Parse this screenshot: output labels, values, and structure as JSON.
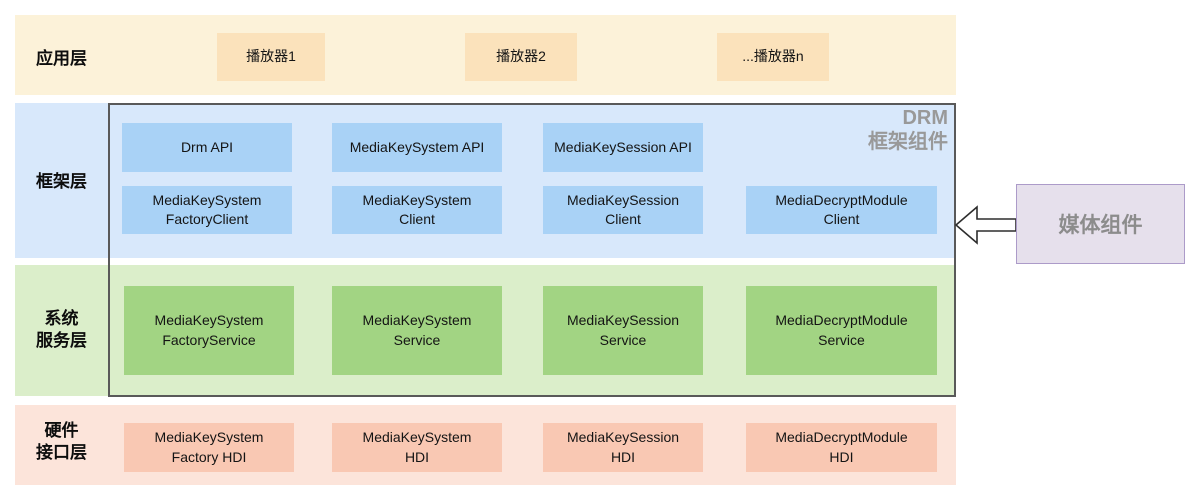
{
  "app_layer": {
    "label": "应用层",
    "players": [
      {
        "label": "播放器1"
      },
      {
        "label": "播放器2"
      },
      {
        "label": "...播放器n"
      }
    ]
  },
  "framework_layer": {
    "label": "框架层",
    "api_row": [
      {
        "label": "Drm API"
      },
      {
        "label": "MediaKeySystem API"
      },
      {
        "label": "MediaKeySession API"
      }
    ],
    "client_row": [
      {
        "label": "MediaKeySystem\nFactoryClient"
      },
      {
        "label": "MediaKeySystem\nClient"
      },
      {
        "label": "MediaKeySession\nClient"
      },
      {
        "label": "MediaDecryptModule\nClient"
      }
    ]
  },
  "service_layer": {
    "label": "系统\n服务层",
    "services": [
      {
        "label": "MediaKeySystem\nFactoryService"
      },
      {
        "label": "MediaKeySystem\nService"
      },
      {
        "label": "MediaKeySession\nService"
      },
      {
        "label": "MediaDecryptModule\nService"
      }
    ]
  },
  "hdi_layer": {
    "label": "硬件\n接口层",
    "modules": [
      {
        "label": "MediaKeySystem\nFactory HDI"
      },
      {
        "label": "MediaKeySystem\nHDI"
      },
      {
        "label": "MediaKeySession\nHDI"
      },
      {
        "label": "MediaDecryptModule\nHDI"
      }
    ]
  },
  "drm_frame": {
    "label": "DRM\n框架组件"
  },
  "media_component": {
    "label": "媒体组件"
  },
  "colors": {
    "app_band": "#FCF2D9",
    "app_box": "#FBE2BB",
    "framework_band": "#D8E8FB",
    "framework_box": "#A9D2F6",
    "service_band": "#DBEECA",
    "service_box": "#A2D483",
    "hdi_band": "#FCE4DA",
    "hdi_box": "#F9C8B3",
    "frame_border": "#595959",
    "frame_label_text": "#999999",
    "media_box_fill": "#E6E0EC",
    "media_box_border": "#AC9BC9",
    "media_label_text": "#8C8C8C",
    "arrow_outline": "#2d2d2d"
  }
}
